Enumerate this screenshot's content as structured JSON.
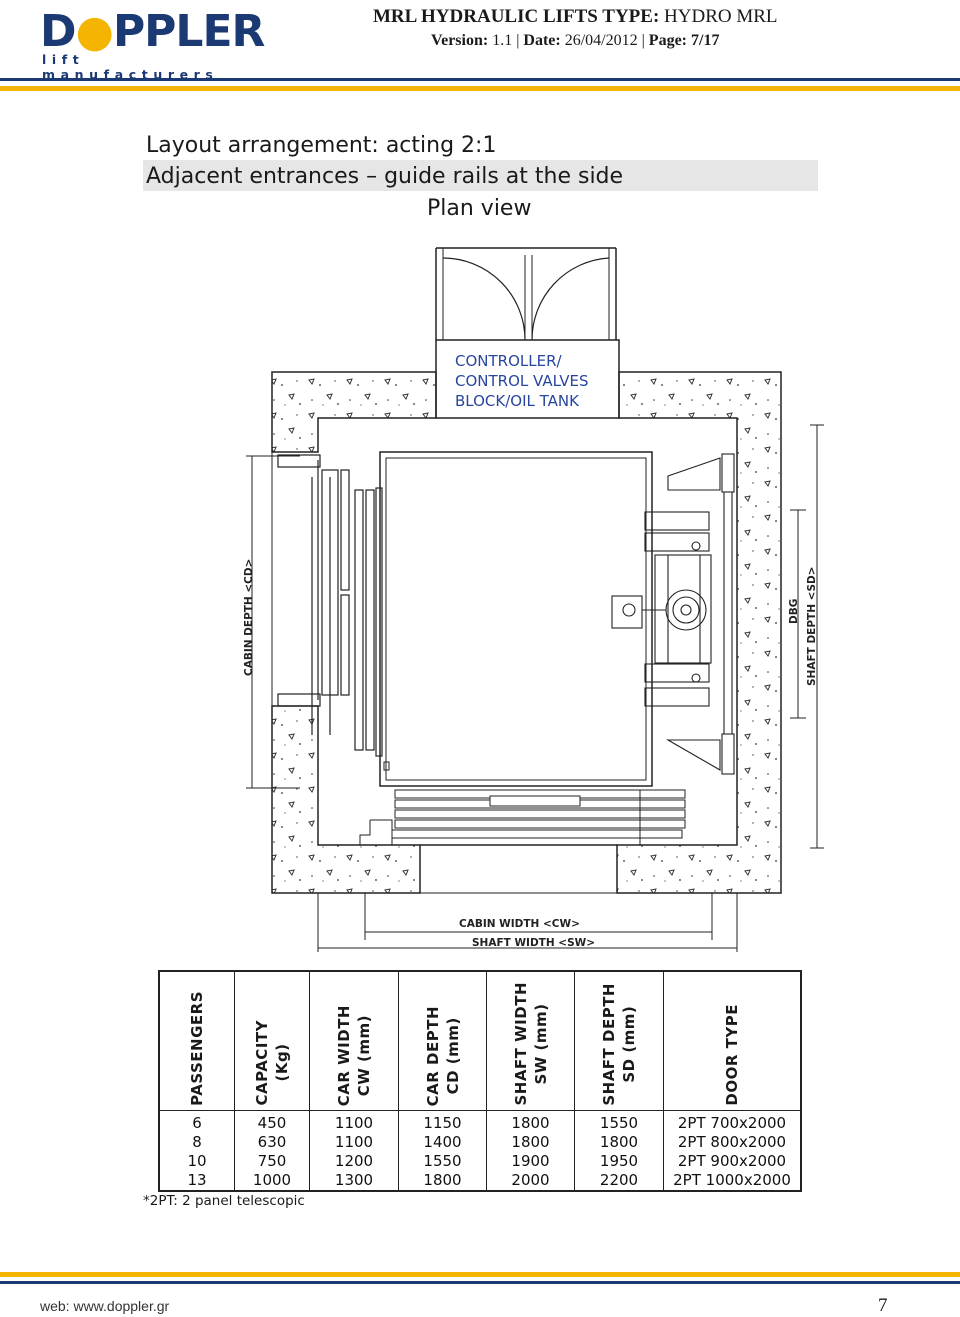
{
  "header": {
    "brand": "DOPPLER",
    "tagline": "lift manufacturers",
    "title_bold": "MRL HYDRAULIC LIFTS TYPE:",
    "title_type": "HYDRO MRL",
    "version_label": "Version:",
    "version_value": "1.1",
    "date_label": "Date:",
    "date_value": "26/04/2012",
    "page_label": "Page:",
    "page_value": "7/17",
    "colors": {
      "brand_blue": "#1b3a73",
      "brand_gold": "#f5b400"
    }
  },
  "section": {
    "line1": "Layout arrangement: acting 2:1",
    "line2": "Adjacent entrances – guide rails at the side",
    "line3": "Plan view"
  },
  "plan": {
    "controller_lines": [
      "CONTROLLER/",
      "CONTROL VALVES",
      "BLOCK/OIL TANK"
    ],
    "cabin_depth": "CABIN DEPTH <CD>",
    "dbg": "DBG",
    "shaft_depth": "SHAFT DEPTH <SD>",
    "cabin_width": "CABIN WIDTH <CW>",
    "shaft_width": "SHAFT WIDTH <SW>"
  },
  "table": {
    "headers": [
      [
        "PASSENGERS"
      ],
      [
        "CAPACITY",
        "(Kg)"
      ],
      [
        "CAR WIDTH",
        "CW (mm)"
      ],
      [
        "CAR DEPTH",
        "CD (mm)"
      ],
      [
        "SHAFT WIDTH",
        "SW (mm)"
      ],
      [
        "SHAFT DEPTH",
        "SD (mm)"
      ],
      [
        "DOOR TYPE"
      ]
    ],
    "rows": [
      [
        "6",
        "450",
        "1100",
        "1150",
        "1800",
        "1550",
        "2PT 700x2000"
      ],
      [
        "8",
        "630",
        "1100",
        "1400",
        "1800",
        "1800",
        "2PT 800x2000"
      ],
      [
        "10",
        "750",
        "1200",
        "1550",
        "1900",
        "1950",
        "2PT 900x2000"
      ],
      [
        "13",
        "1000",
        "1300",
        "1800",
        "2000",
        "2200",
        "2PT 1000x2000"
      ]
    ],
    "note": "*2PT: 2 panel telescopic"
  },
  "footer": {
    "web": "web: www.doppler.gr",
    "page_number": "7"
  }
}
